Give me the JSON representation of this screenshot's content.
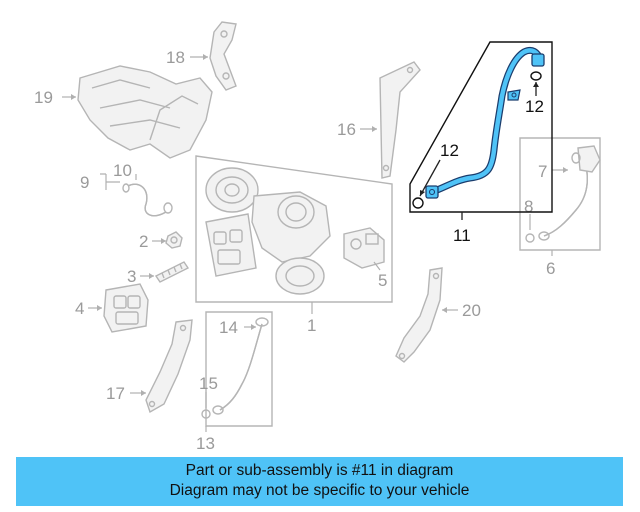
{
  "callouts": {
    "c1": "1",
    "c2": "2",
    "c3": "3",
    "c4": "4",
    "c5": "5",
    "c6": "6",
    "c7": "7",
    "c8": "8",
    "c9": "9",
    "c10": "10",
    "c11": "11",
    "c12a": "12",
    "c12b": "12",
    "c13": "13",
    "c14": "14",
    "c15": "15",
    "c16": "16",
    "c17": "17",
    "c18": "18",
    "c19": "19",
    "c20": "20"
  },
  "highlight_color": "#4fc3f7",
  "banner": {
    "line1": "Part or sub-assembly is #11 in diagram",
    "line2": "Diagram may not be specific to your vehicle"
  }
}
